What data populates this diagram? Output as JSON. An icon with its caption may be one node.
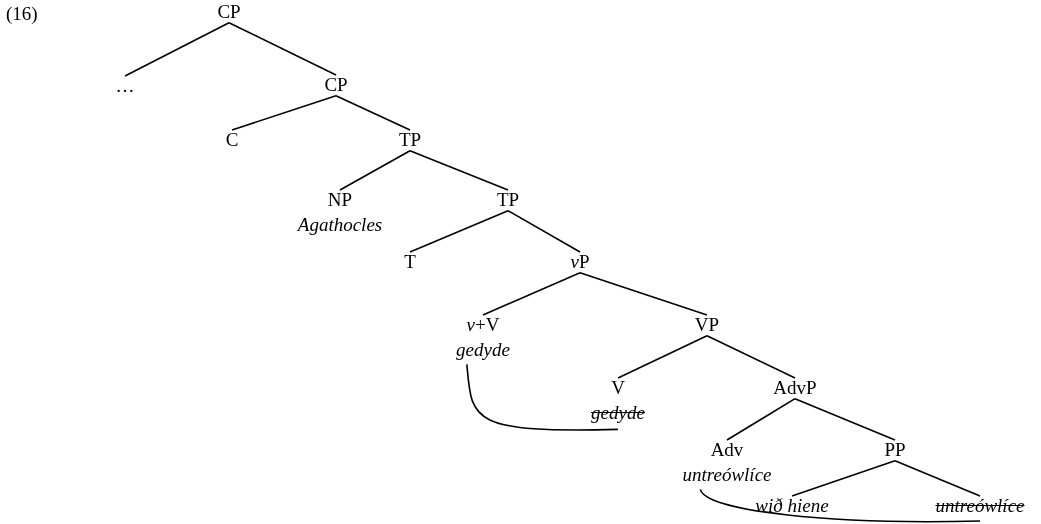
{
  "diagram": {
    "nodes": [
      {
        "text": [
          "CP"
        ]
      },
      {
        "text": [
          "…"
        ]
      },
      {
        "text": [
          "CP"
        ]
      },
      {
        "text": [
          "C"
        ]
      },
      {
        "text": [
          "TP"
        ]
      },
      {
        "text": [
          "NP",
          "Agathocles"
        ]
      },
      {
        "text": [
          "TP"
        ]
      },
      {
        "text": [
          "T"
        ]
      },
      {
        "text": [
          "vP"
        ]
      },
      {
        "text": [
          "*v*+V",
          "gedyde"
        ]
      },
      {
        "text": [
          "VP"
        ]
      },
      {
        "text": [
          "V",
          "gedyde"
        ]
      },
      {
        "text": [
          "AdvP"
        ]
      },
      {
        "text": [
          "Adv",
          "untreówlíce"
        ]
      },
      {
        "text": [
          "PP"
        ]
      },
      {
        "text": [
          "wið hiene"
        ]
      },
      {
        "text": [
          "untreówlíce"
        ]
      }
    ],
    "edges": [
      {
        "from": 0,
        "to": 1,
        "arrow": "none"
      },
      {
        "from": 0,
        "to": 2,
        "arrow": "none"
      },
      {
        "from": 2,
        "to": 3,
        "arrow": "none"
      },
      {
        "from": 2,
        "to": 4,
        "arrow": "none"
      },
      {
        "from": 4,
        "to": 5,
        "arrow": "none"
      },
      {
        "from": 4,
        "to": 6,
        "arrow": "none"
      },
      {
        "from": 6,
        "to": 7,
        "arrow": "none"
      },
      {
        "from": 6,
        "to": 8,
        "arrow": "none"
      },
      {
        "from": 8,
        "to": 9,
        "arrow": "none"
      },
      {
        "from": 8,
        "to": 10,
        "arrow": "none"
      },
      {
        "from": 10,
        "to": 11,
        "arrow": "none"
      },
      {
        "from": 10,
        "to": 12,
        "arrow": "none"
      },
      {
        "from": 12,
        "to": 13,
        "arrow": "none"
      },
      {
        "from": 12,
        "to": 14,
        "arrow": "none"
      },
      {
        "from": 14,
        "to": 15,
        "arrow": "none"
      },
      {
        "from": 14,
        "to": 16,
        "arrow": "none"
      },
      {
        "from": 9,
        "to": 11,
        "arrow": "none"
      },
      {
        "from": 13,
        "to": 16,
        "arrow": "none"
      }
    ],
    "labels": [
      "(16)"
    ]
  }
}
